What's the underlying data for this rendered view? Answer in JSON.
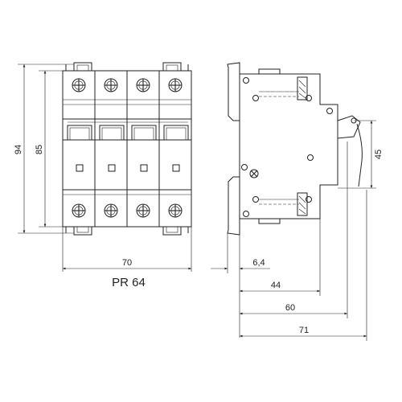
{
  "model_label": "PR 64",
  "front_view": {
    "poles": 4,
    "dims": {
      "total_height": "94",
      "body_height": "85",
      "width": "70"
    }
  },
  "side_view": {
    "dims": {
      "depth_a": "6,4",
      "depth_b": "44",
      "depth_c": "60",
      "depth_d": "71",
      "height": "45"
    }
  }
}
